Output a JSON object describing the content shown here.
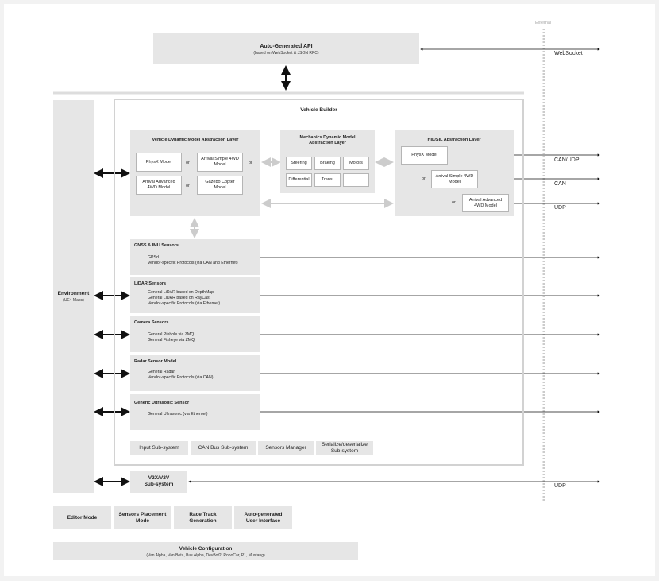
{
  "external_label": "External",
  "api": {
    "title": "Auto-Generated API",
    "subtitle": "(based on WebSocket & JSON RPC)",
    "link_label": "WebSocket"
  },
  "vehicle_builder": {
    "title": "Vehicle Builder"
  },
  "vdmal": {
    "title": "Vehicle Dynamic Model Abstraction Layer",
    "models": [
      "PhysX Model",
      "Arrival Simple 4WD\nModel",
      "Arrival Advanced\n4WD Model",
      "Gazebo Copter\nModel"
    ],
    "or": "or"
  },
  "mechanics": {
    "title": "Mechanics Dynamic Model\nAbstraction Layer",
    "items": [
      "Steering",
      "Braking",
      "Motors",
      "Differential",
      "Trans.",
      "..."
    ]
  },
  "hil": {
    "title": "HIL/SIL Abstraction Layer",
    "models": [
      "PhysX Model",
      "Arrival Simple 4WD\nModel",
      "Arrival Advanced\n4WD Model"
    ],
    "or": "or",
    "links": [
      "CAN/UDP",
      "CAN",
      "UDP"
    ]
  },
  "sensors": [
    {
      "title": "GNSS & IMU Sensors",
      "items": [
        "GPSd",
        "Vendor-specific Protocols (via CAN and Ethernet)"
      ]
    },
    {
      "title": "LiDAR Sensors",
      "items": [
        "General LiDAR based on DepthMap",
        "General LiDAR based on RayCast",
        "Vendor-specific Protocols (via Ethernet)"
      ]
    },
    {
      "title": "Camera Sensors",
      "items": [
        "General Pinhole via ZMQ",
        "General Fisheye via ZMQ"
      ]
    },
    {
      "title": "Radar Sensor Model",
      "items": [
        "General Radar",
        "Vendor-specific Protocols (via CAN)"
      ]
    },
    {
      "title": "Generic Ultrasonic Sensor",
      "items": [
        "General Ultrasonic (via Ethernet)"
      ]
    }
  ],
  "subsystems": [
    "Input Sub-system",
    "CAN Bus Sub-system",
    "Sensors Manager",
    "Serialize/deserialize\nSub-system"
  ],
  "environment": {
    "title": "Environment",
    "subtitle": "(UE4 Maps)"
  },
  "v2x": {
    "title": "V2X/V2V\nSub-system",
    "link_label": "UDP"
  },
  "modes": [
    "Editor Mode",
    "Sensors Placement\nMode",
    "Race Track\nGeneration",
    "Auto-generated\nUser Interface"
  ],
  "vehicle_config": {
    "title": "Vehicle Configuration",
    "subtitle": "(Van Alpha, Van Beta, Bus Alpha, DevBot2, RoboCar, P1, Mustang)"
  }
}
